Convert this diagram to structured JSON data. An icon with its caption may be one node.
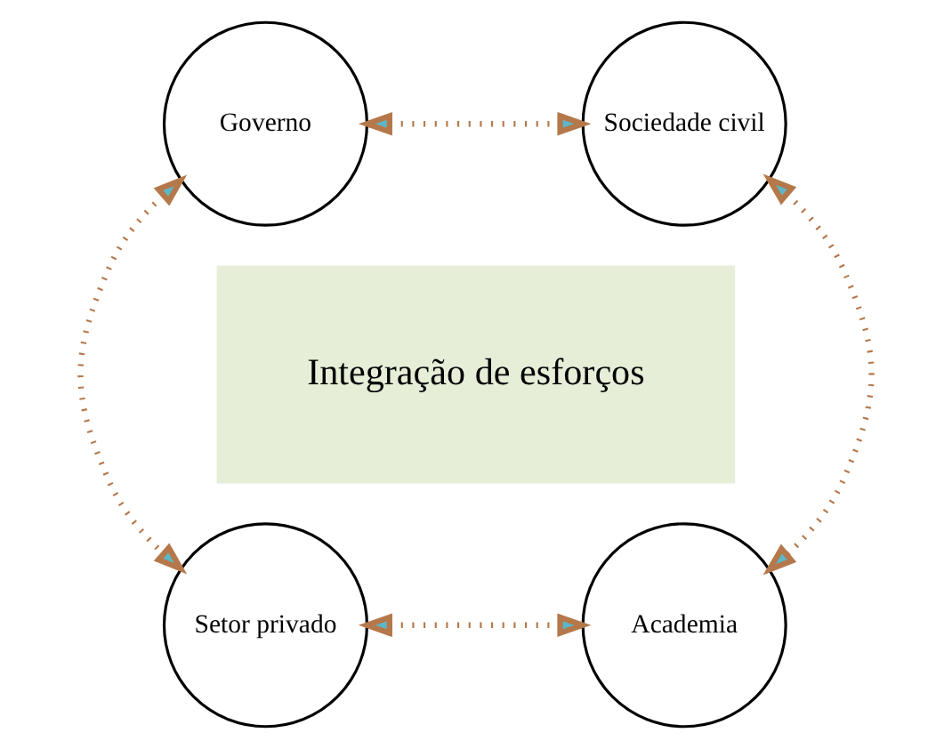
{
  "diagram": {
    "nodes": [
      {
        "text": [
          "Governo"
        ]
      },
      {
        "text": [
          "Sociedade civil"
        ]
      },
      {
        "text": [
          "Setor privado"
        ]
      },
      {
        "text": [
          "Academia"
        ]
      },
      {
        "text": [
          "Integração de esforços"
        ]
      }
    ],
    "edges": [
      {
        "from": 0,
        "to": 1,
        "arrow": "both"
      },
      {
        "from": 0,
        "to": 2,
        "arrow": "both"
      },
      {
        "from": 1,
        "to": 3,
        "arrow": "both"
      },
      {
        "from": 2,
        "to": 3,
        "arrow": "both"
      }
    ]
  }
}
